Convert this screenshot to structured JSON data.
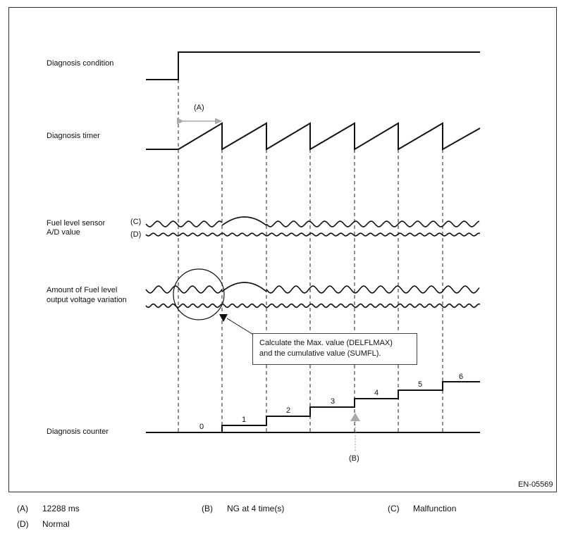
{
  "labels": {
    "diagnosis_condition": "Diagnosis condition",
    "diagnosis_timer": "Diagnosis timer",
    "fuel_sensor_line1": "Fuel level sensor",
    "fuel_sensor_line2": "A/D value",
    "variation_line1": "Amount of Fuel level",
    "variation_line2": "output voltage variation",
    "diagnosis_counter": "Diagnosis counter"
  },
  "markers": {
    "a": "(A)",
    "b": "(B)",
    "c": "(C)",
    "d": "(D)"
  },
  "note": {
    "line1": "Calculate the Max. value (DELFLMAX)",
    "line2": "and the cumulative value (SUMFL)."
  },
  "counter_values": [
    "0",
    "1",
    "2",
    "3",
    "4",
    "5",
    "6"
  ],
  "figure_id": "EN-05569",
  "legend": [
    {
      "key": "(A)",
      "text": "12288 ms"
    },
    {
      "key": "(B)",
      "text": "NG at 4 time(s)"
    },
    {
      "key": "(C)",
      "text": "Malfunction"
    },
    {
      "key": "(D)",
      "text": "Normal"
    }
  ]
}
